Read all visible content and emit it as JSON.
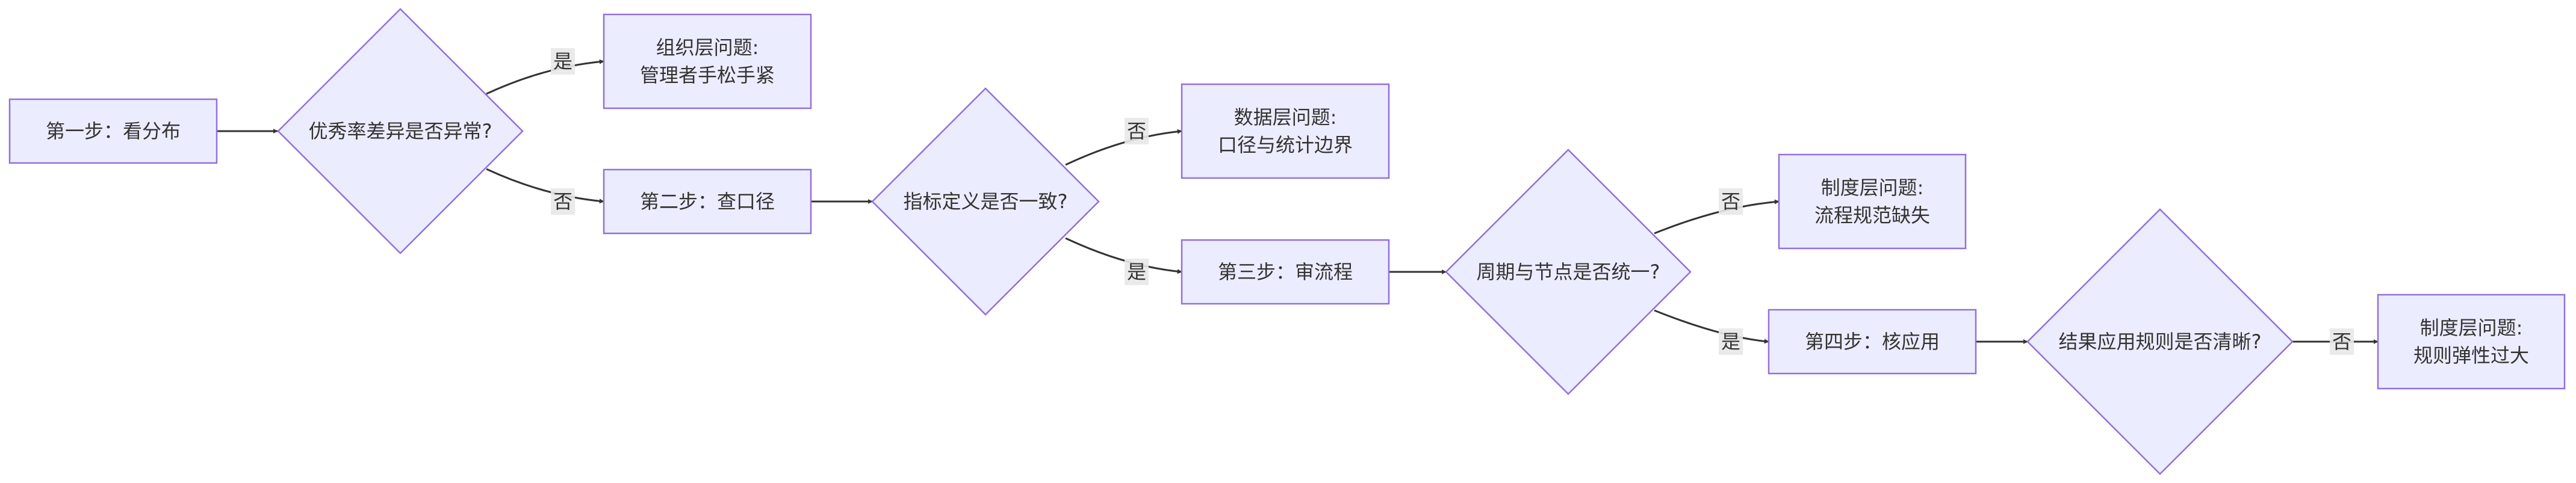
{
  "colors": {
    "node_fill": "#ECECFF",
    "node_stroke": "#9370DB",
    "edge": "#333333",
    "text": "#333333",
    "label_bg": "#e8e8e8"
  },
  "nodes": [
    {
      "id": "step1",
      "shape": "rect",
      "lines": [
        "第一步：看分布"
      ]
    },
    {
      "id": "q1",
      "shape": "diamond",
      "lines": [
        "优秀率差异是否异常?"
      ]
    },
    {
      "id": "org",
      "shape": "rect",
      "lines": [
        "组织层问题:",
        "管理者手松手紧"
      ]
    },
    {
      "id": "step2",
      "shape": "rect",
      "lines": [
        "第二步：查口径"
      ]
    },
    {
      "id": "q2",
      "shape": "diamond",
      "lines": [
        "指标定义是否一致?"
      ]
    },
    {
      "id": "data",
      "shape": "rect",
      "lines": [
        "数据层问题:",
        "口径与统计边界"
      ]
    },
    {
      "id": "step3",
      "shape": "rect",
      "lines": [
        "第三步：审流程"
      ]
    },
    {
      "id": "q3",
      "shape": "diamond",
      "lines": [
        "周期与节点是否统一?"
      ]
    },
    {
      "id": "sys1",
      "shape": "rect",
      "lines": [
        "制度层问题:",
        "流程规范缺失"
      ]
    },
    {
      "id": "step4",
      "shape": "rect",
      "lines": [
        "第四步：核应用"
      ]
    },
    {
      "id": "q4",
      "shape": "diamond",
      "lines": [
        "结果应用规则是否清晰?"
      ]
    },
    {
      "id": "sys2",
      "shape": "rect",
      "lines": [
        "制度层问题:",
        "规则弹性过大"
      ]
    }
  ],
  "edges": [
    {
      "id": "e1",
      "from": "step1",
      "to": "q1",
      "label": ""
    },
    {
      "id": "e2",
      "from": "q1",
      "to": "org",
      "label": "是"
    },
    {
      "id": "e3",
      "from": "q1",
      "to": "step2",
      "label": "否"
    },
    {
      "id": "e4",
      "from": "step2",
      "to": "q2",
      "label": ""
    },
    {
      "id": "e5",
      "from": "q2",
      "to": "data",
      "label": "否"
    },
    {
      "id": "e6",
      "from": "q2",
      "to": "step3",
      "label": "是"
    },
    {
      "id": "e7",
      "from": "step3",
      "to": "q3",
      "label": ""
    },
    {
      "id": "e8",
      "from": "q3",
      "to": "sys1",
      "label": "否"
    },
    {
      "id": "e9",
      "from": "q3",
      "to": "step4",
      "label": "是"
    },
    {
      "id": "e10",
      "from": "step4",
      "to": "q4",
      "label": ""
    },
    {
      "id": "e11",
      "from": "q4",
      "to": "sys2",
      "label": "否"
    }
  ]
}
